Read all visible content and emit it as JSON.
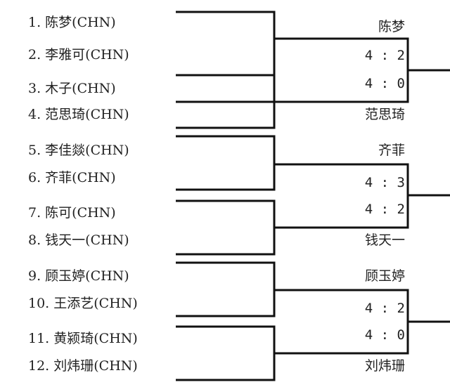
{
  "players": [
    "1. 陈梦(CHN)",
    "2. 李雅可(CHN)",
    "3. 木子(CHN)",
    "4. 范思琦(CHN)",
    "5. 李佳燚(CHN)",
    "6. 齐菲(CHN)",
    "7. 陈可(CHN)",
    "8. 钱天一(CHN)",
    "9. 顾玉婷(CHN)",
    "10. 王添艺(CHN)",
    "11. 黄颍琦(CHN)",
    "12. 刘炜珊(CHN)"
  ],
  "groups": [
    {
      "winner_top": "陈梦",
      "score_top": "4 : 2",
      "score_bottom": "4 : 0",
      "winner_bottom": "范思琦"
    },
    {
      "winner_top": "齐菲",
      "score_top": "4 : 3",
      "score_bottom": "4 : 2",
      "winner_bottom": "钱天一"
    },
    {
      "winner_top": "顾玉婷",
      "score_top": "4 : 2",
      "score_bottom": "4 : 0",
      "winner_bottom": "刘炜珊"
    }
  ]
}
